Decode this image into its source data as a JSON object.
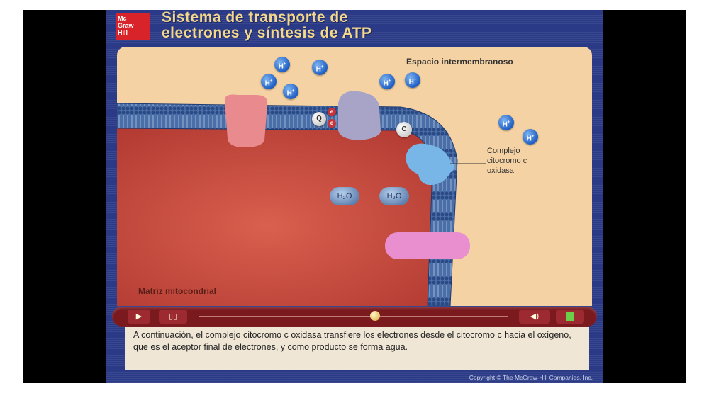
{
  "logo": {
    "line1": "Mc",
    "line2": "Graw",
    "line3": "Hill"
  },
  "title": {
    "line1": "Sistema de transporte de",
    "line2": "electrones y síntesis de ATP"
  },
  "labels": {
    "intermembrane": "Espacio intermembranoso",
    "matrix": "Matriz mitocondrial",
    "complex_line1": "Complejo",
    "complex_line2": "citocromo c",
    "complex_line3": "oxidasa"
  },
  "molecules": {
    "proton_text": "H",
    "proton_charge": "+",
    "water": "H₂O",
    "q": "Q",
    "c": "C",
    "electron": "e"
  },
  "controls": {
    "play_icon": "play-icon",
    "pause_icon": "pause-icon",
    "volume_icon": "volume-icon",
    "stop_icon": "stop-icon",
    "progress": 0.57
  },
  "caption": "A continuación, el complejo citocromo c oxidasa transfiere los electrones desde el citocromo c hacia el oxígeno, que es el aceptor final de electrones, y como producto se forma agua.",
  "copyright": "Copyright © The McGraw-Hill Companies, Inc.",
  "colors": {
    "panel": "#2a3a86",
    "stage": "#f4d2a3",
    "matrix": "#c84a3c",
    "title": "#f3d78a",
    "controls": "#7a1a1f"
  }
}
